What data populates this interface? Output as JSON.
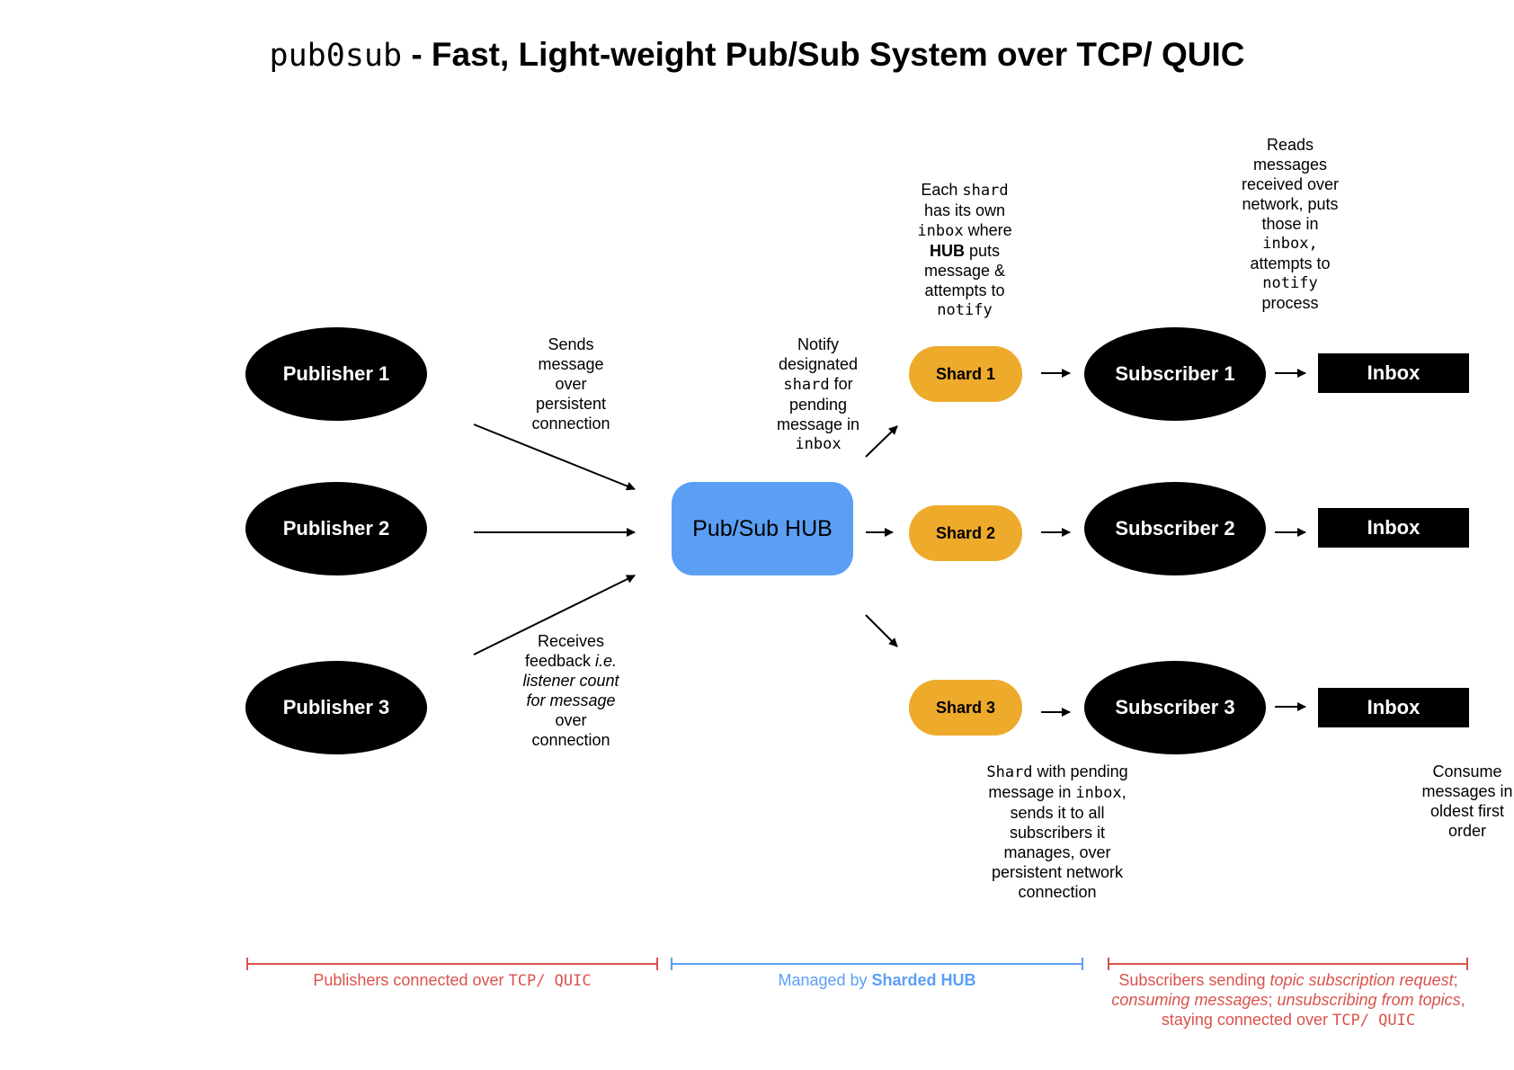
{
  "title": {
    "mono": "pub0sub",
    "rest": " - Fast, Light-weight Pub/Sub System over TCP/ QUIC"
  },
  "publishers": [
    "Publisher 1",
    "Publisher 2",
    "Publisher 3"
  ],
  "hub": {
    "label": "Pub/Sub HUB"
  },
  "shards": [
    "Shard 1",
    "Shard 2",
    "Shard 3"
  ],
  "subscribers": [
    "Subscriber 1",
    "Subscriber 2",
    "Subscriber 3"
  ],
  "inboxes": [
    "Inbox",
    "Inbox",
    "Inbox"
  ],
  "notes": {
    "sends": {
      "l1": "Sends",
      "l2": "message",
      "l3": "over",
      "l4": "persistent",
      "l5": "connection"
    },
    "receives": {
      "l1": "Receives",
      "l2a": "feedback ",
      "l2b": "i.e.",
      "l3": "listener count",
      "l4": "for message",
      "l5": "over",
      "l6": "connection"
    },
    "notify": {
      "l1": "Notify",
      "l2": "designated",
      "l3a": "shard",
      "l3b": " for",
      "l4": "pending",
      "l5": "message in",
      "l6": "inbox"
    },
    "each_shard": {
      "l1a": "Each ",
      "l1b": "shard",
      "l2": "has its own",
      "l3a": "inbox",
      "l3b": " where",
      "l4a": "HUB",
      "l4b": " puts",
      "l5": "message &",
      "l6": "attempts to",
      "l7": "notify"
    },
    "reads": {
      "l1": "Reads",
      "l2": "messages",
      "l3": "received over",
      "l4": "network, puts",
      "l5": "those in",
      "l6": "inbox,",
      "l7": "attempts to",
      "l8": "notify",
      "l9": "process"
    },
    "shard_pending": {
      "l1a": "Shard",
      "l1b": " with pending",
      "l2a": "message in ",
      "l2b": "inbox",
      "l2c": ",",
      "l3": "sends it to all",
      "l4": "subscribers it",
      "l5": "manages, over",
      "l6": "persistent network",
      "l7": "connection"
    },
    "consume": {
      "l1": "Consume",
      "l2": "messages in",
      "l3": "oldest first",
      "l4": "order"
    }
  },
  "captions": {
    "publishers": {
      "text": "Publishers connected over ",
      "mono": "TCP/ QUIC"
    },
    "hub": {
      "text": "Managed by ",
      "bold": "Sharded HUB"
    },
    "subscribers": {
      "l1a": "Subscribers sending ",
      "l1b": "topic subscription request",
      "l1c": ";",
      "l2a": "consuming messages",
      "l2b": "; ",
      "l2c": "unsubscribing from topics",
      "l2d": ",",
      "l3a": "staying connected over ",
      "l3b": "TCP/ QUIC"
    }
  },
  "colors": {
    "hub": "#5b9ff5",
    "shard": "#edaa2b",
    "publisher_caption": "#d9534b",
    "hub_caption": "#5b9ff5"
  }
}
